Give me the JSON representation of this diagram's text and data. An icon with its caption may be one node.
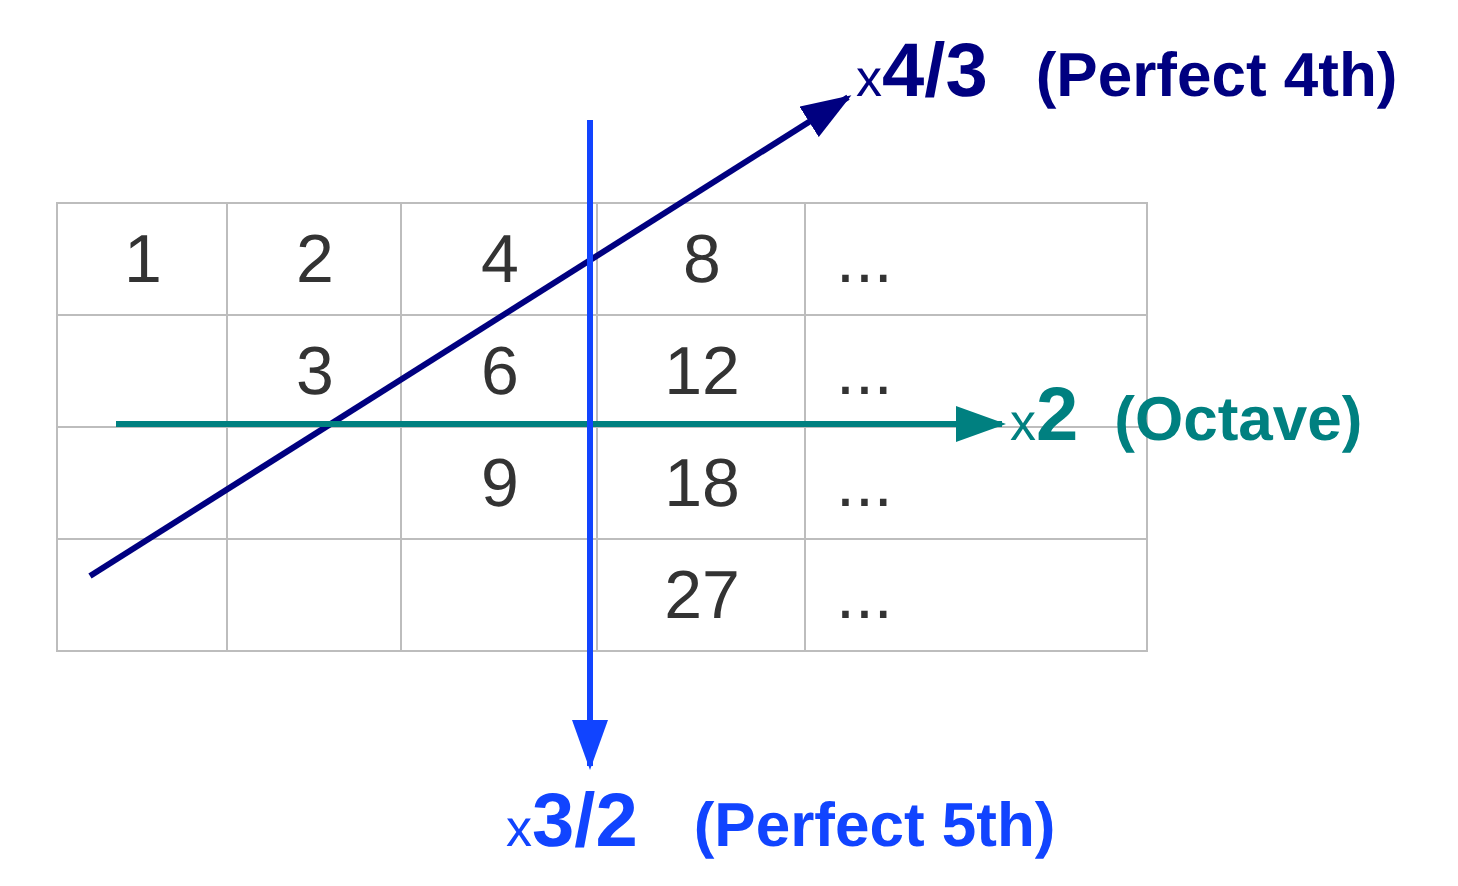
{
  "diagram": {
    "nodes": [
      {
        "text": [
          "x**4/3**",
          "(Perfect 4th)"
        ]
      },
      {
        "text": [
          "x**2**",
          "(Octave)"
        ]
      },
      {
        "text": [
          "x**3/2**",
          "(Perfect 5th)"
        ]
      }
    ],
    "edges": [
      {
        "from": null,
        "to": 0,
        "arrow": "to",
        "color": "#000080"
      },
      {
        "from": null,
        "to": 1,
        "arrow": "to",
        "color": "#008080"
      },
      {
        "from": null,
        "to": 2,
        "arrow": "to",
        "color": "#1144ff"
      }
    ],
    "labels": [
      "1",
      "2",
      "4",
      "8",
      "...",
      "3",
      "6",
      "12",
      "...",
      "9",
      "18",
      "...",
      "27",
      "..."
    ]
  }
}
